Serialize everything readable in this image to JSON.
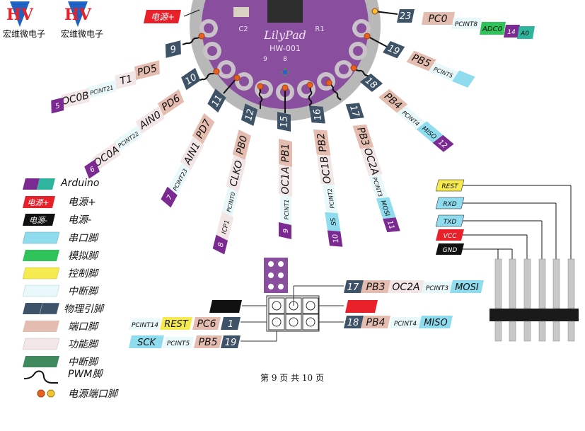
{
  "logos": [
    {
      "letters": "HV",
      "caption": "宏维微电子"
    },
    {
      "letters": "HV",
      "caption": "宏维微电子"
    }
  ],
  "board": {
    "brand": "LilyPad",
    "model": "HW-001",
    "parts": [
      "C2",
      "R1"
    ],
    "pad_numbers": [
      "9",
      "8"
    ],
    "power_label": "电源+"
  },
  "pins_top_right": [
    {
      "num": "23",
      "port": "PC0",
      "interrupt": "PCINT8",
      "analog": "ADC0",
      "arduino_num": "14",
      "arduino_alt": "A0"
    },
    {
      "num": "19",
      "port": "PB5",
      "interrupt": "PCINT5"
    },
    {
      "num": "18",
      "port": "PB4",
      "interrupt": "PCINT4",
      "serial": "MISO",
      "arduino": "12"
    },
    {
      "num": "17",
      "port": "PB3",
      "function": "OC2A",
      "interrupt": "PCINT3",
      "serial": "MOSI",
      "arduino": "11"
    }
  ],
  "pins_left": [
    {
      "num": "9",
      "port": "PD5",
      "function": "T1",
      "interrupt": "PCINT21",
      "function2": "OC0B",
      "arduino": "5"
    },
    {
      "num": "10",
      "port": "PD6",
      "function": "AIN0",
      "interrupt": "PCINT22",
      "function2": "OC0A",
      "arduino": "6"
    },
    {
      "num": "11",
      "port": "PD7",
      "function": "AIN1",
      "interrupt": "PCINT23",
      "arduino": "7"
    },
    {
      "num": "12",
      "port": "PB0",
      "function": "CLKO",
      "interrupt": "PCINT0",
      "function2": "ICP1",
      "arduino": "8"
    },
    {
      "num": "15",
      "port": "PB1",
      "function": "OC1A",
      "interrupt": "PCINT1",
      "arduino": "9"
    },
    {
      "num": "16",
      "port": "PB2",
      "function": "OC1B",
      "interrupt": "PCINT2",
      "serial": "SS",
      "arduino": "10"
    }
  ],
  "legend": [
    {
      "key": "arduino",
      "text": "Arduino"
    },
    {
      "key": "power_plus",
      "swatch_text": "电源+",
      "text": "电源+"
    },
    {
      "key": "power_minus",
      "swatch_text": "电源-",
      "text": "电源-"
    },
    {
      "key": "serial",
      "text": "串口脚"
    },
    {
      "key": "analog",
      "text": "模拟脚"
    },
    {
      "key": "control",
      "text": "控制脚"
    },
    {
      "key": "interrupt",
      "text": "中断脚"
    },
    {
      "key": "physical",
      "text": "物理引脚"
    },
    {
      "key": "port",
      "text": "端口脚"
    },
    {
      "key": "function",
      "text": "功能脚"
    },
    {
      "key": "interrupt2",
      "text": "中断脚"
    },
    {
      "key": "pwm",
      "text": "PWM脚"
    },
    {
      "key": "power_port",
      "text": "电源端口脚"
    }
  ],
  "isp": {
    "right_top": {
      "num": "17",
      "port": "PB3",
      "function": "OC2A",
      "interrupt": "PCINT3",
      "serial": "MOSI"
    },
    "right_mid": {
      "num": "18",
      "port": "PB4",
      "interrupt": "PCINT4",
      "serial": "MISO"
    },
    "left_mid": {
      "interrupt": "PCINT14",
      "control": "REST",
      "port": "PC6",
      "num": "1"
    },
    "left_bot": {
      "serial": "SCK",
      "interrupt": "PCINT5",
      "port": "PB5",
      "num": "19"
    }
  },
  "header_pins": [
    "REST",
    "RXD",
    "TXD",
    "VCC",
    "GND"
  ],
  "page_footer": "第 9 页 共 10 页",
  "colors": {
    "arduino": "#7b2a91",
    "power_plus": "#e8202a",
    "power_minus": "#111111",
    "serial": "#8fdcef",
    "analog": "#2fc45a",
    "control": "#f5ea4f",
    "interrupt": "#e9f8fa",
    "physical": "#3f5368",
    "port": "#e5bdb0",
    "function": "#f2e6e6",
    "interrupt2": "#3e8a5c",
    "board": "#8a4e9e",
    "pad": "#e6601e"
  }
}
